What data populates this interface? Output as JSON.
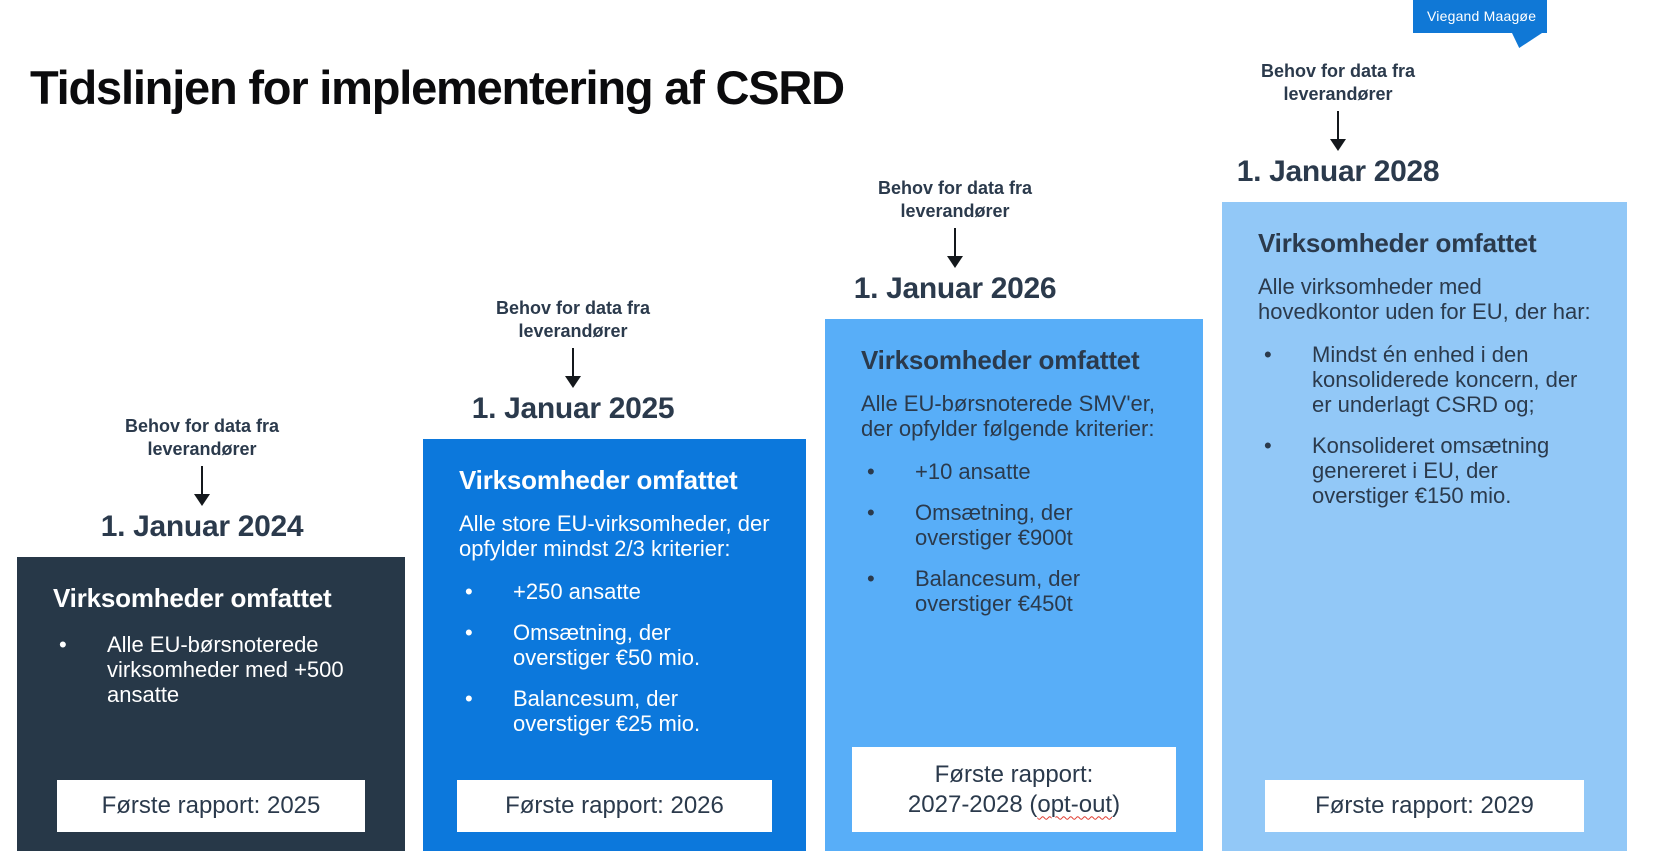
{
  "page": {
    "title": "Tidslinjen for implementering af CSRD"
  },
  "logo": {
    "text": "Viegand Maagøe",
    "color": "#1078d6"
  },
  "colors": {
    "dark_navy_box": "#273848",
    "blue_box_2025": "#0c78dc",
    "light_blue_box_2026": "#58aef8",
    "lightest_blue_box_2028": "#92c8f7",
    "text_navy": "#2b3a4c"
  },
  "timeline": {
    "columns": [
      {
        "supplier_line1": "Behov for data fra",
        "supplier_line2": "leverandører",
        "date": "1. Januar 2024",
        "heading": "Virksomheder omfattet",
        "bullets": [
          "Alle EU-børsnoterede virksomheder med +500 ansatte"
        ],
        "report": {
          "text": "Første rapport: 2025"
        }
      },
      {
        "supplier_line1": "Behov for data fra",
        "supplier_line2": "leverandører",
        "date": "1. Januar 2025",
        "heading": "Virksomheder omfattet",
        "intro": "Alle store EU-virksomheder, der opfylder mindst 2/3 kriterier:",
        "bullets": [
          "+250 ansatte",
          "Omsætning, der overstiger €50 mio.",
          "Balancesum, der overstiger €25 mio."
        ],
        "report": {
          "text": "Første rapport: 2026"
        }
      },
      {
        "supplier_line1": "Behov for data fra",
        "supplier_line2": "leverandører",
        "date": "1. Januar 2026",
        "heading": "Virksomheder omfattet",
        "intro": "Alle EU-børsnoterede SMV'er, der opfylder følgende kriterier:",
        "bullets": [
          "+10 ansatte",
          "Omsætning, der overstiger €900t",
          "Balancesum, der overstiger €450t"
        ],
        "report": {
          "line1": "Første rapport:",
          "line2_pre": "2027-2028 (",
          "word": "opt-out",
          "line2_post": ")"
        }
      },
      {
        "supplier_line1": "Behov for data fra",
        "supplier_line2": "leverandører",
        "date": "1. Januar 2028",
        "heading": "Virksomheder omfattet",
        "intro": "Alle virksomheder med hovedkontor uden for EU, der har:",
        "bullets": [
          "Mindst én enhed i den konsoliderede koncern, der er underlagt CSRD og;",
          "Konsolideret omsætning genereret i EU, der overstiger €150 mio."
        ],
        "report": {
          "text": "Første rapport: 2029"
        }
      }
    ]
  }
}
